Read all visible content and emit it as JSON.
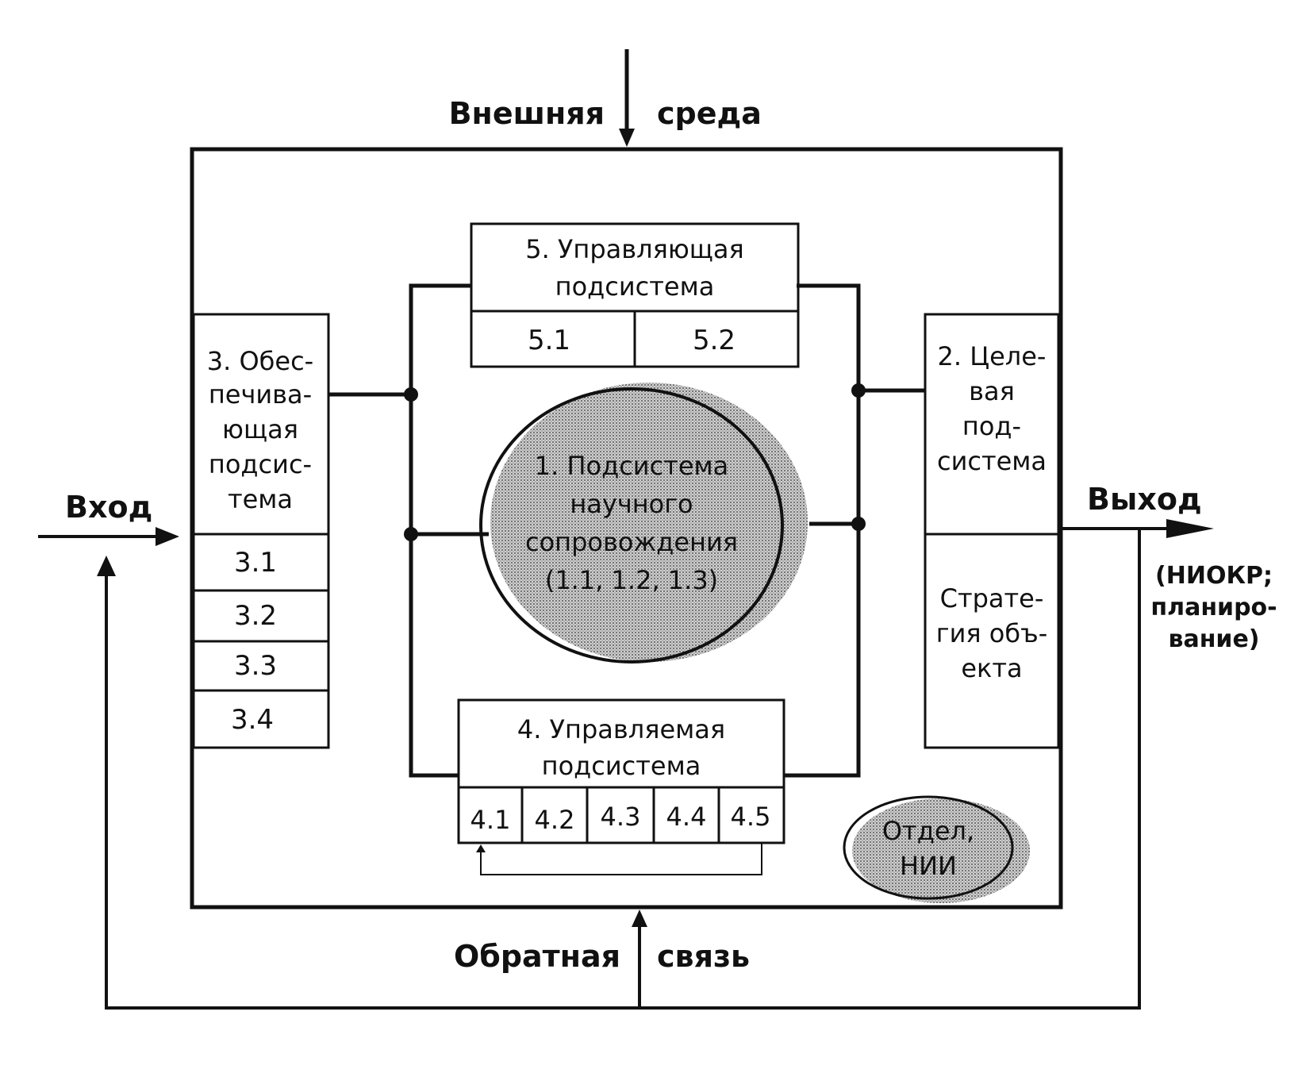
{
  "labels": {
    "env_left": "Внешняя",
    "env_right": "среда",
    "input": "Вход",
    "output": "Выход",
    "output_note": [
      "(НИОКР;",
      "планиро-",
      "вание)"
    ],
    "feedback_left": "Обратная",
    "feedback_right": "связь"
  },
  "subsystem5": {
    "title": [
      "5. Управляющая",
      "подсистема"
    ],
    "cells": [
      "5.1",
      "5.2"
    ]
  },
  "subsystem3": {
    "title": [
      "3. Обес-",
      "печива-",
      "ющая",
      "подсис-",
      "тема"
    ],
    "cells": [
      "3.1",
      "3.2",
      "3.3",
      "3.4"
    ]
  },
  "subsystem2": {
    "title": [
      "2. Целе-",
      "вая",
      "под-",
      "система"
    ],
    "strategy": [
      "Страте-",
      "гия объ-",
      "екта"
    ]
  },
  "subsystem1": {
    "title": [
      "1. Подсистема",
      "научного",
      "сопровождения",
      "(1.1, 1.2, 1.3)"
    ]
  },
  "subsystem4": {
    "title": [
      "4. Управляемая",
      "подсистема"
    ],
    "cells": [
      "4.1",
      "4.2",
      "4.3",
      "4.4",
      "4.5"
    ]
  },
  "department": [
    "Отдел,",
    "НИИ"
  ]
}
